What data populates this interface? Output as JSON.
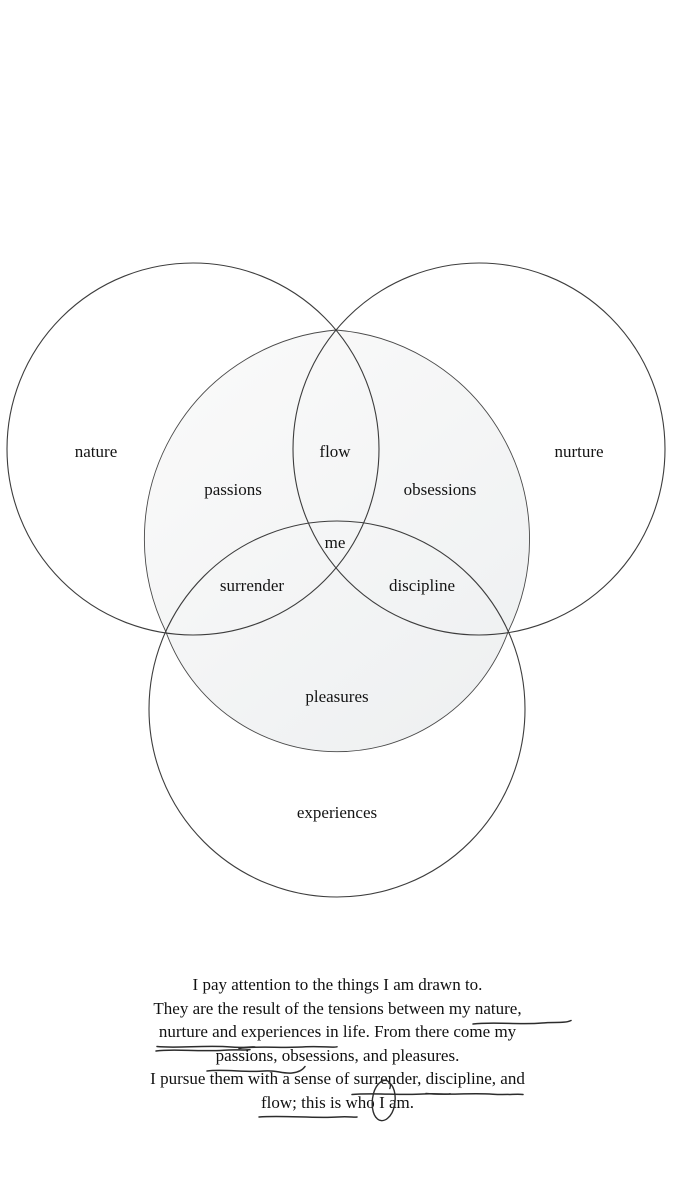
{
  "venn": {
    "labels": {
      "nature": "nature",
      "nurture": "nurture",
      "experiences": "experiences",
      "flow": "flow",
      "passions": "passions",
      "obsessions": "obsessions",
      "me": "me",
      "surrender": "surrender",
      "discipline": "discipline",
      "pleasures": "pleasures"
    }
  },
  "statement": {
    "line1": "I pay attention to the things I am drawn to.",
    "line2_text": "They are the result of the tensions between my ",
    "line2_u1": "nature,",
    "line3_u1": "nurture",
    "line3_mid": " and ",
    "line3_u2": "experiences",
    "line3_end": " in life. From there come my",
    "line4_u1": "passions, obsessions, and pleasures.",
    "line5_text": "I pursue them with a sense of ",
    "line5_u1": "surrender,",
    "line5_u2": "discipline",
    "line5_end": ", and",
    "line6_u1": "flow",
    "line6_mid": "; this is who ",
    "line6_circled": "I",
    "line6_end": " am."
  },
  "colors": {
    "background": "#ffffff",
    "circle_stroke": "#3d3d3d",
    "shade_outline": "#4a4a4a",
    "shade_gradient_start": "#fafafa",
    "shade_gradient_end": "#eef0f1",
    "text": "#111111",
    "annotation_ink": "#2c2c2c"
  }
}
